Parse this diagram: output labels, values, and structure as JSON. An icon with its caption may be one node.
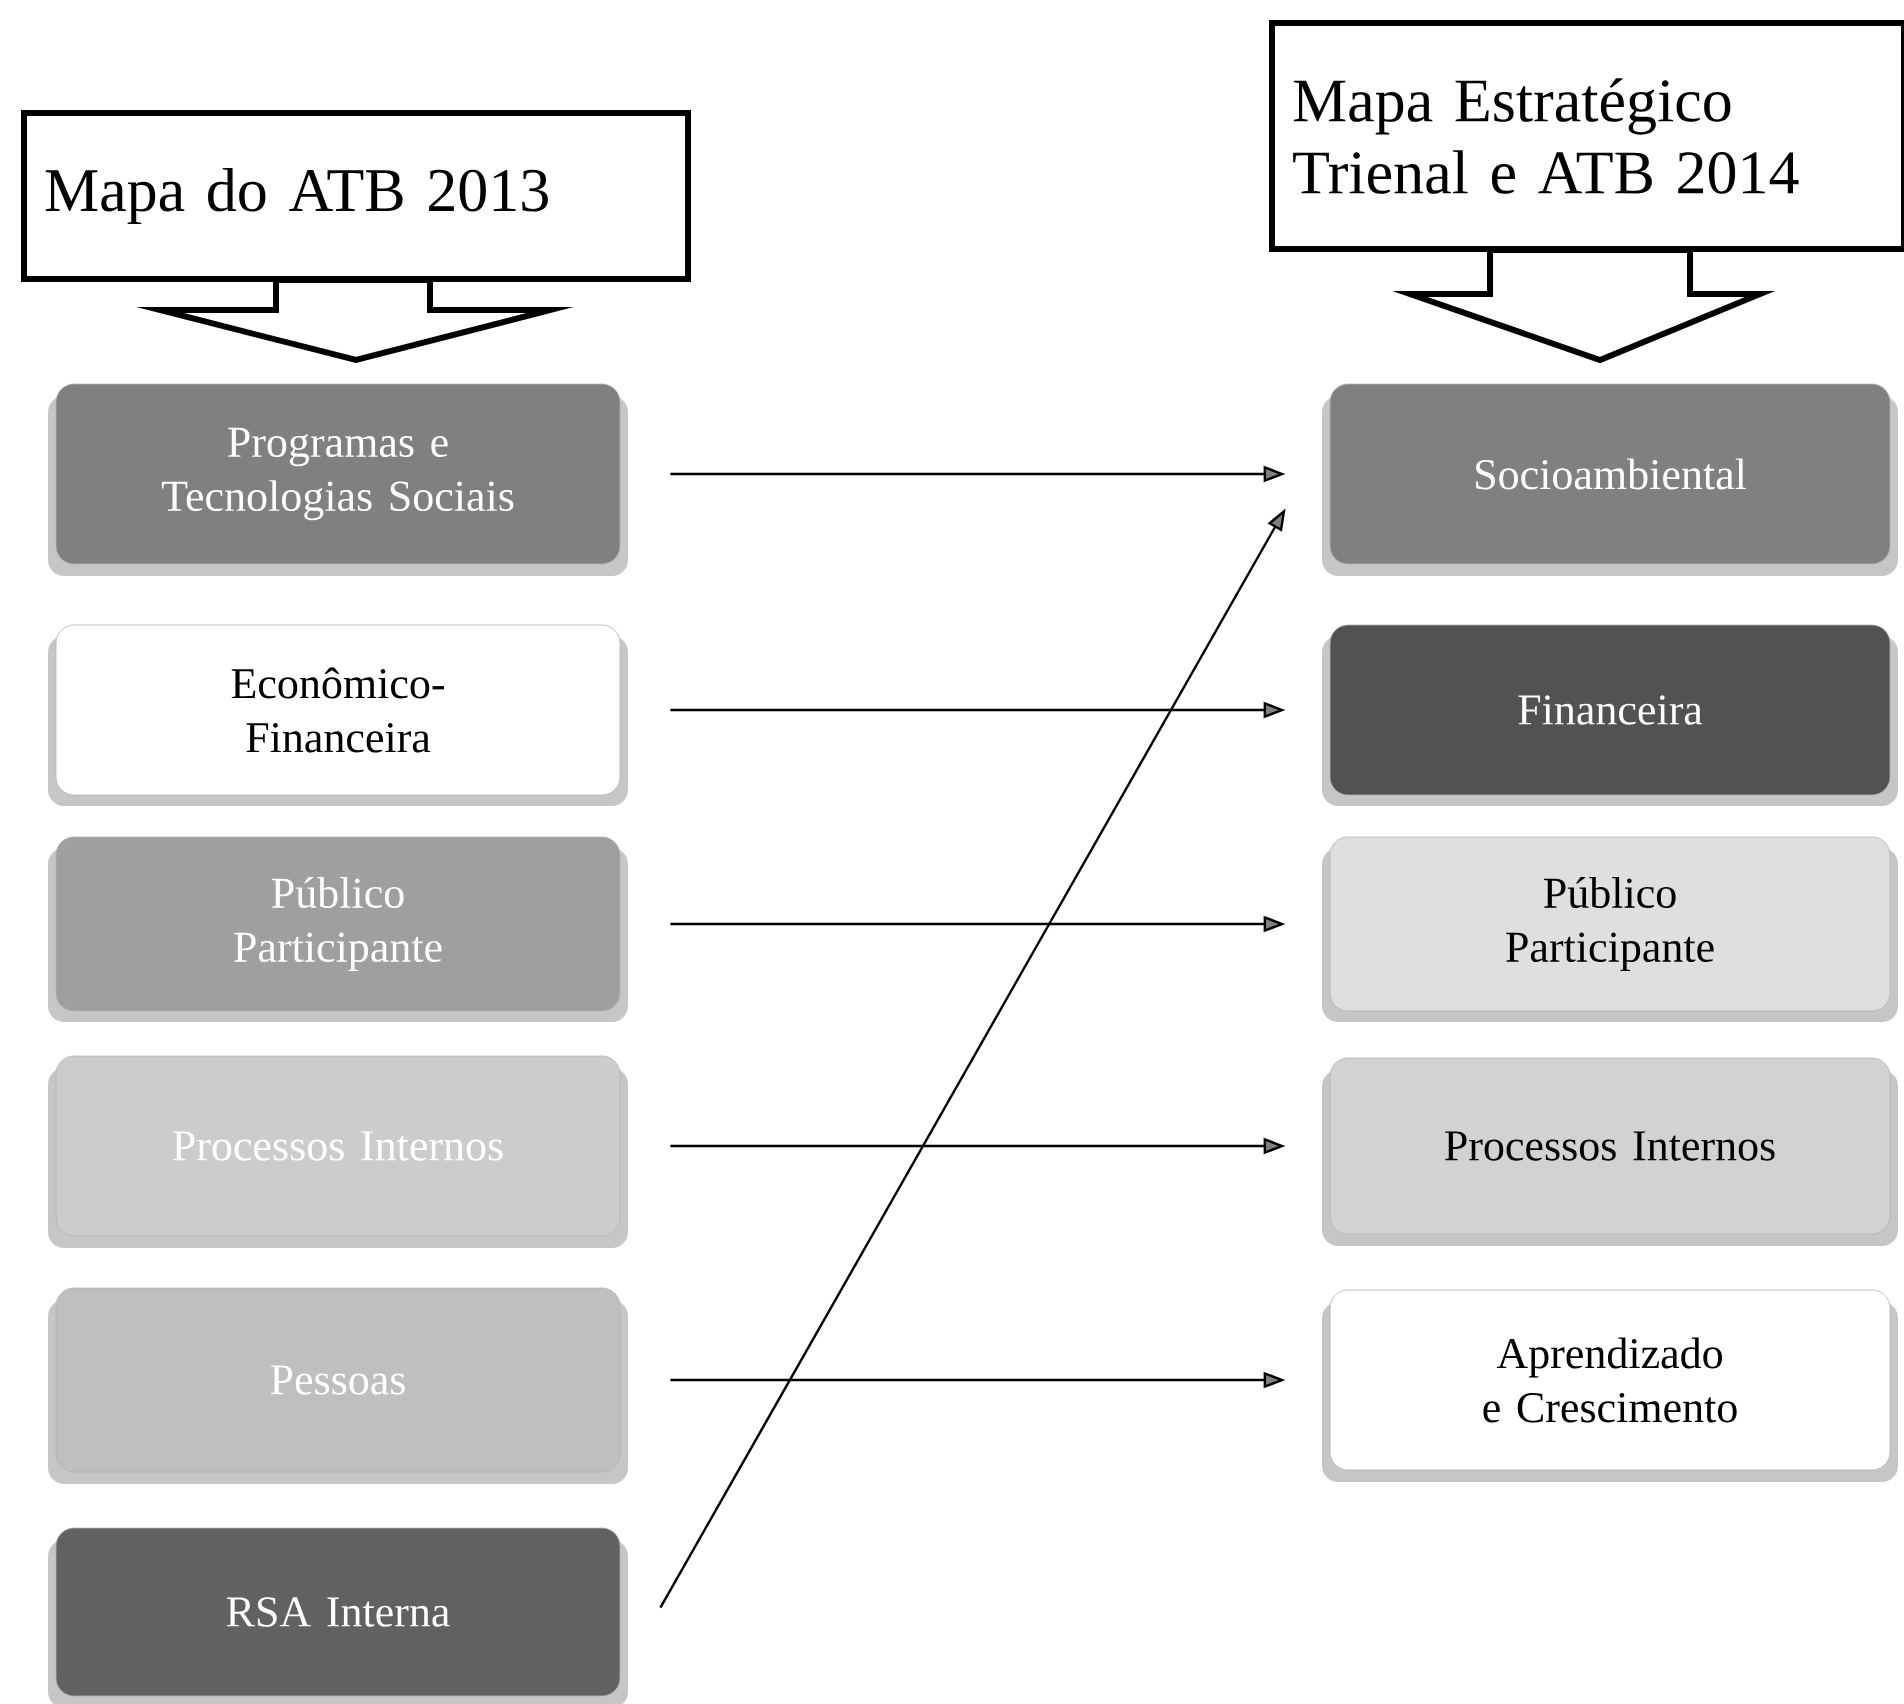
{
  "diagram": {
    "nodes": [
      {
        "text": [
          "Mapa do ATB 2013"
        ]
      },
      {
        "text": [
          "Mapa Estratégico Trienal e ATB 2014"
        ]
      },
      {
        "text": [
          "Programas e Tecnologias Sociais"
        ]
      },
      {
        "text": [
          "Econômico-Financeira"
        ]
      },
      {
        "text": [
          "Público Participante"
        ]
      },
      {
        "text": [
          "Processos Internos"
        ]
      },
      {
        "text": [
          "Pessoas"
        ]
      },
      {
        "text": [
          "RSA Interna"
        ]
      },
      {
        "text": [
          "Socioambiental"
        ]
      },
      {
        "text": [
          "Financeira"
        ]
      },
      {
        "text": [
          "Público Participante"
        ]
      },
      {
        "text": [
          "Processos Internos"
        ]
      },
      {
        "text": [
          "Aprendizado e Crescimento"
        ]
      }
    ],
    "edges": [
      {
        "from": 2,
        "to": 8,
        "arrow": "to"
      },
      {
        "from": 3,
        "to": 9,
        "arrow": "to"
      },
      {
        "from": 4,
        "to": 10,
        "arrow": "to"
      },
      {
        "from": 5,
        "to": 11,
        "arrow": "to"
      },
      {
        "from": 6,
        "to": 12,
        "arrow": "to"
      },
      {
        "from": 7,
        "to": 8,
        "arrow": "to"
      }
    ]
  }
}
